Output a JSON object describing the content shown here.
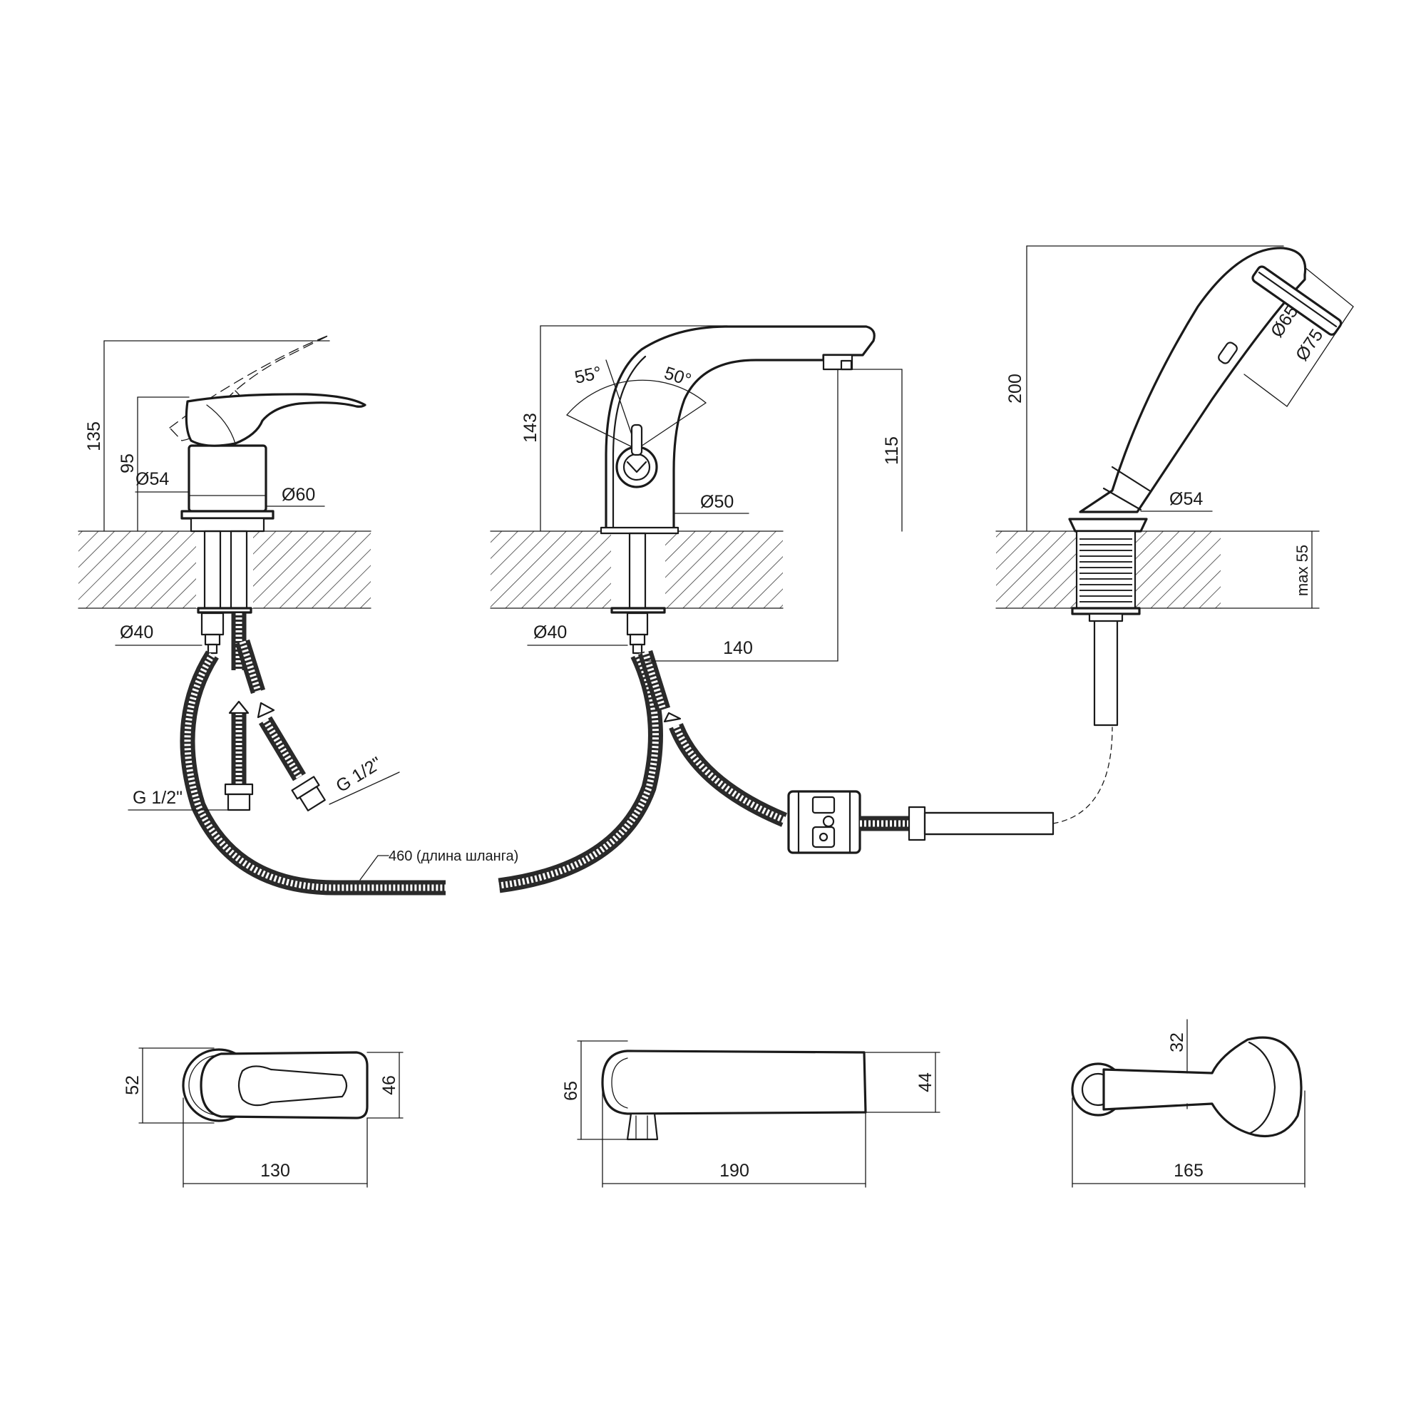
{
  "dimensions": {
    "mixer_side_height": "135",
    "mixer_body_height": "95",
    "mixer_body_diam": "Ø54",
    "mixer_base_diam": "Ø60",
    "mixer_mount_diam": "Ø40",
    "hose_thread_1": "G 1/2\"",
    "hose_thread_2": "G 1/2\"",
    "hose_length": "460 (длина шланга)",
    "spout_height": "143",
    "lever_angle_1": "55°",
    "lever_angle_2": "50°",
    "spout_outlet_height": "115",
    "spout_base_diam": "Ø50",
    "spout_mount_diam": "Ø40",
    "spout_reach": "140",
    "shower_height": "200",
    "shower_face_diam_1": "Ø65",
    "shower_face_diam_2": "Ø75",
    "holder_diam": "Ø54",
    "max_counter": "max 55",
    "plan_mixer_width": "52",
    "plan_mixer_lever_width": "46",
    "plan_mixer_length": "130",
    "plan_spout_height": "65",
    "plan_spout_tip": "44",
    "plan_spout_length": "190",
    "plan_shower_width": "32",
    "plan_shower_length": "165"
  }
}
